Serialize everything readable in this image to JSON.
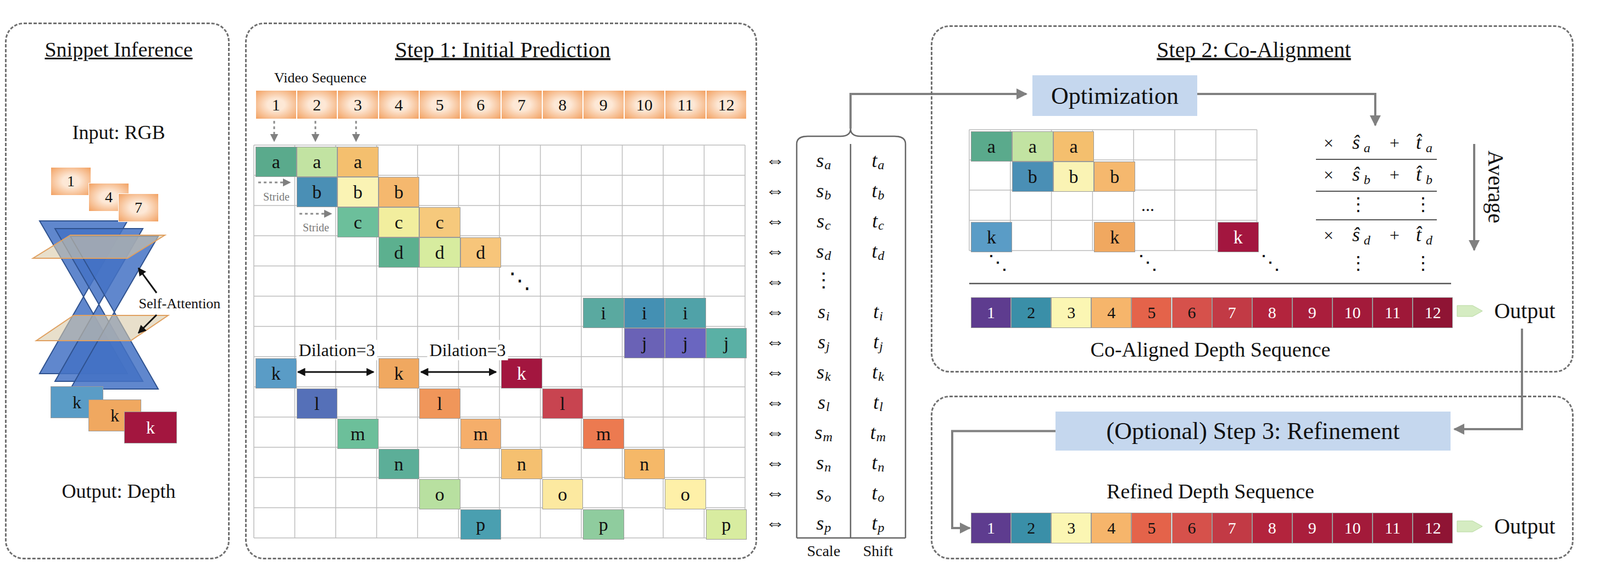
{
  "diagram": {
    "nodes": [
      {
        "text": [
          "Snippet Inference",
          "Input: RGB",
          "Output: Depth"
        ]
      },
      {
        "text": [
          "1"
        ],
        "in": 0
      },
      {
        "text": [
          "4"
        ],
        "in": 0
      },
      {
        "text": [
          "7"
        ],
        "in": 0
      },
      {
        "text": [
          "k"
        ],
        "in": 0
      },
      {
        "text": [
          "k"
        ],
        "in": 0
      },
      {
        "text": [
          "k"
        ],
        "in": 0
      },
      {
        "text": [
          "Step 1: Initial Prediction",
          "Video Sequence"
        ]
      },
      {
        "text": [
          "1"
        ],
        "in": 7
      },
      {
        "text": [
          "2"
        ],
        "in": 7
      },
      {
        "text": [
          "3"
        ],
        "in": 7
      },
      {
        "text": [
          "4"
        ],
        "in": 7
      },
      {
        "text": [
          "5"
        ],
        "in": 7
      },
      {
        "text": [
          "6"
        ],
        "in": 7
      },
      {
        "text": [
          "7"
        ],
        "in": 7
      },
      {
        "text": [
          "8"
        ],
        "in": 7
      },
      {
        "text": [
          "9"
        ],
        "in": 7
      },
      {
        "text": [
          "10"
        ],
        "in": 7
      },
      {
        "text": [
          "11"
        ],
        "in": 7
      },
      {
        "text": [
          "12"
        ],
        "in": 7
      },
      {
        "text": [
          "a"
        ],
        "in": 7
      },
      {
        "text": [
          "a"
        ],
        "in": 7
      },
      {
        "text": [
          "a"
        ],
        "in": 7
      },
      {
        "text": [
          "b"
        ],
        "in": 7
      },
      {
        "text": [
          "b"
        ],
        "in": 7
      },
      {
        "text": [
          "b"
        ],
        "in": 7
      },
      {
        "text": [
          "c"
        ],
        "in": 7
      },
      {
        "text": [
          "c"
        ],
        "in": 7
      },
      {
        "text": [
          "c"
        ],
        "in": 7
      },
      {
        "text": [
          "d"
        ],
        "in": 7
      },
      {
        "text": [
          "d"
        ],
        "in": 7
      },
      {
        "text": [
          "d"
        ],
        "in": 7
      },
      {
        "text": [
          "i"
        ],
        "in": 7
      },
      {
        "text": [
          "i"
        ],
        "in": 7
      },
      {
        "text": [
          "i"
        ],
        "in": 7
      },
      {
        "text": [
          "j"
        ],
        "in": 7
      },
      {
        "text": [
          "j"
        ],
        "in": 7
      },
      {
        "text": [
          "j"
        ],
        "in": 7
      },
      {
        "text": [
          "k"
        ],
        "in": 7
      },
      {
        "text": [
          "k"
        ],
        "in": 7
      },
      {
        "text": [
          "k"
        ],
        "in": 7
      },
      {
        "text": [
          "l"
        ],
        "in": 7
      },
      {
        "text": [
          "l"
        ],
        "in": 7
      },
      {
        "text": [
          "l"
        ],
        "in": 7
      },
      {
        "text": [
          "m"
        ],
        "in": 7
      },
      {
        "text": [
          "m"
        ],
        "in": 7
      },
      {
        "text": [
          "m"
        ],
        "in": 7
      },
      {
        "text": [
          "n"
        ],
        "in": 7
      },
      {
        "text": [
          "n"
        ],
        "in": 7
      },
      {
        "text": [
          "n"
        ],
        "in": 7
      },
      {
        "text": [
          "o"
        ],
        "in": 7
      },
      {
        "text": [
          "o"
        ],
        "in": 7
      },
      {
        "text": [
          "o"
        ],
        "in": 7
      },
      {
        "text": [
          "p"
        ],
        "in": 7
      },
      {
        "text": [
          "p"
        ],
        "in": 7
      },
      {
        "text": [
          "p"
        ],
        "in": 7
      },
      {
        "text": [
          "s",
          "a"
        ]
      },
      {
        "text": [
          "t",
          "a"
        ]
      },
      {
        "text": [
          "s",
          "b"
        ]
      },
      {
        "text": [
          "t",
          "b"
        ]
      },
      {
        "text": [
          "s",
          "c"
        ]
      },
      {
        "text": [
          "t",
          "c"
        ]
      },
      {
        "text": [
          "s",
          "d"
        ]
      },
      {
        "text": [
          "t",
          "d"
        ]
      },
      {
        "text": [
          "s",
          "i"
        ]
      },
      {
        "text": [
          "t",
          "i"
        ]
      },
      {
        "text": [
          "s",
          "j"
        ]
      },
      {
        "text": [
          "t",
          "j"
        ]
      },
      {
        "text": [
          "s",
          "k"
        ]
      },
      {
        "text": [
          "t",
          "k"
        ]
      },
      {
        "text": [
          "s",
          "l"
        ]
      },
      {
        "text": [
          "t",
          "l"
        ]
      },
      {
        "text": [
          "s",
          "m"
        ]
      },
      {
        "text": [
          "t",
          "m"
        ]
      },
      {
        "text": [
          "s",
          "n"
        ]
      },
      {
        "text": [
          "t",
          "n"
        ]
      },
      {
        "text": [
          "s",
          "o"
        ]
      },
      {
        "text": [
          "t",
          "o"
        ]
      },
      {
        "text": [
          "s",
          "p"
        ]
      },
      {
        "text": [
          "t",
          "p"
        ]
      },
      {
        "text": [
          "Step 2: Co-Alignment",
          "Co-Aligned Depth Sequence"
        ]
      },
      {
        "text": [
          "Optimization"
        ],
        "in": 80
      },
      {
        "text": [
          "a"
        ],
        "in": 80
      },
      {
        "text": [
          "a"
        ],
        "in": 80
      },
      {
        "text": [
          "a"
        ],
        "in": 80
      },
      {
        "text": [
          "b"
        ],
        "in": 80
      },
      {
        "text": [
          "b"
        ],
        "in": 80
      },
      {
        "text": [
          "b"
        ],
        "in": 80
      },
      {
        "text": [
          "k"
        ],
        "in": 80
      },
      {
        "text": [
          "k"
        ],
        "in": 80
      },
      {
        "text": [
          "k"
        ],
        "in": 80
      },
      {
        "text": [
          "1"
        ],
        "in": 80
      },
      {
        "text": [
          "2"
        ],
        "in": 80
      },
      {
        "text": [
          "3"
        ],
        "in": 80
      },
      {
        "text": [
          "4"
        ],
        "in": 80
      },
      {
        "text": [
          "5"
        ],
        "in": 80
      },
      {
        "text": [
          "6"
        ],
        "in": 80
      },
      {
        "text": [
          "7"
        ],
        "in": 80
      },
      {
        "text": [
          "8"
        ],
        "in": 80
      },
      {
        "text": [
          "9"
        ],
        "in": 80
      },
      {
        "text": [
          "10"
        ],
        "in": 80
      },
      {
        "text": [
          "11"
        ],
        "in": 80
      },
      {
        "text": [
          "12"
        ],
        "in": 80
      },
      {
        "text": [
          "Refined Depth Sequence"
        ]
      },
      {
        "text": [
          "(Optional) Step 3: Refinement"
        ],
        "in": 103
      },
      {
        "text": [
          "1"
        ],
        "in": 103
      },
      {
        "text": [
          "2"
        ],
        "in": 103
      },
      {
        "text": [
          "3"
        ],
        "in": 103
      },
      {
        "text": [
          "4"
        ],
        "in": 103
      },
      {
        "text": [
          "5"
        ],
        "in": 103
      },
      {
        "text": [
          "6"
        ],
        "in": 103
      },
      {
        "text": [
          "7"
        ],
        "in": 103
      },
      {
        "text": [
          "8"
        ],
        "in": 103
      },
      {
        "text": [
          "9"
        ],
        "in": 103
      },
      {
        "text": [
          "10"
        ],
        "in": 103
      },
      {
        "text": [
          "11"
        ],
        "in": 103
      },
      {
        "text": [
          "12"
        ],
        "in": 103
      }
    ],
    "edges": [
      {
        "from": 104,
        "to": 105,
        "arrow": "to"
      }
    ],
    "labels": [
      "Self-Attention",
      "Stride",
      "Stride",
      "⋱",
      "Dilation=3",
      "Dilation=3",
      "⇔",
      "⇔",
      "⇔",
      "⇔",
      "⇔",
      "⇔",
      "⇔",
      "⇔",
      "⇔",
      "⇔",
      "⇔",
      "⇔",
      "⇔",
      "⋮",
      "Scale",
      "Shift",
      "...",
      "⋱",
      "⋱",
      "⋱",
      "×",
      "ŝ",
      "a",
      "+",
      "t̂",
      "a",
      "×",
      "ŝ",
      "b",
      "+",
      "t̂",
      "b",
      "⋮",
      "⋮",
      "×",
      "ŝ",
      "d",
      "+",
      "t̂",
      "d",
      "⋮",
      "⋮",
      "Average",
      "Output",
      "Output"
    ]
  }
}
